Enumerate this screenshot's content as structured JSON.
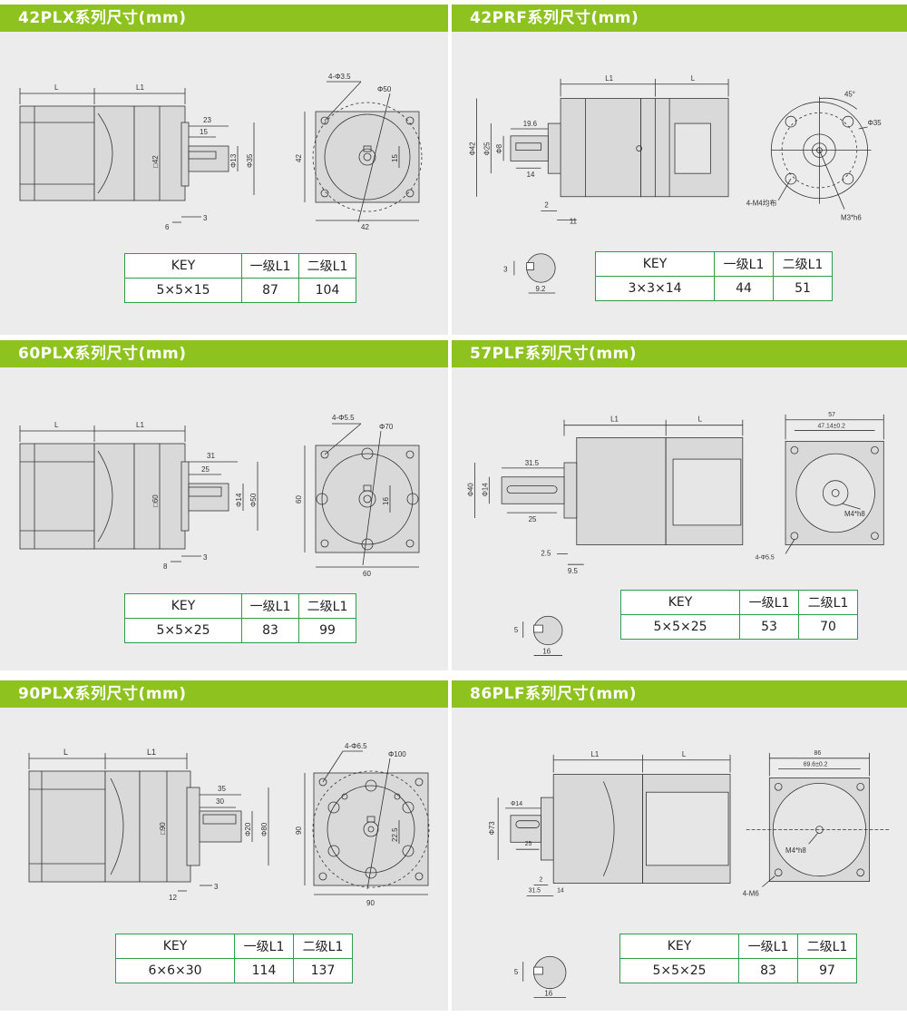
{
  "colors": {
    "header_bg": "#8dc21f",
    "table_border": "#2e9d4c",
    "panel_bg": "#ececec"
  },
  "panels": [
    {
      "title": "42PLX系列尺寸(mm)",
      "table": {
        "headers": [
          "KEY",
          "一级L1",
          "二级L1"
        ],
        "values": [
          "5×5×15",
          "87",
          "104"
        ]
      },
      "dims": {
        "L": "L",
        "L1": "L1",
        "d1": "23",
        "d2": "15",
        "sq": "□42",
        "phi_a": "Φ13",
        "phi_b": "Φ35",
        "d3": "6",
        "d4": "3",
        "holes": "4-Φ3.5",
        "phi_c": "Φ50",
        "w": "42",
        "h": "42",
        "key_h": "15"
      }
    },
    {
      "title": "42PRF系列尺寸(mm)",
      "table": {
        "headers": [
          "KEY",
          "一级L1",
          "二级L1"
        ],
        "values": [
          "3×3×14",
          "44",
          "51"
        ]
      },
      "dims": {
        "L1": "L1",
        "L": "L",
        "d1": "19.6",
        "d2": "14",
        "phi_a": "Φ42",
        "phi_b": "Φ25",
        "phi_c": "Φ8",
        "d3": "2",
        "d4": "11",
        "ang": "45°",
        "phi_d": "Φ35",
        "holes": "4-M4均布",
        "thread": "M3*h6",
        "key_w": "3",
        "key_d": "9.2"
      }
    },
    {
      "title": "60PLX系列尺寸(mm)",
      "table": {
        "headers": [
          "KEY",
          "一级L1",
          "二级L1"
        ],
        "values": [
          "5×5×25",
          "83",
          "99"
        ]
      },
      "dims": {
        "L": "L",
        "L1": "L1",
        "d1": "31",
        "d2": "25",
        "sq": "□60",
        "phi_a": "Φ14",
        "phi_b": "Φ50",
        "d3": "8",
        "d4": "3",
        "holes": "4-Φ5.5",
        "phi_c": "Φ70",
        "w": "60",
        "h": "60",
        "key_h": "16"
      }
    },
    {
      "title": "57PLF系列尺寸(mm)",
      "table": {
        "headers": [
          "KEY",
          "一级L1",
          "二级L1"
        ],
        "values": [
          "5×5×25",
          "53",
          "70"
        ]
      },
      "dims": {
        "L1": "L1",
        "L": "L",
        "d1": "31.5",
        "d2": "25",
        "phi_a": "Φ40",
        "phi_b": "Φ14",
        "d3": "2.5",
        "d4": "9.5",
        "w1": "57",
        "w2": "47.14±0.2",
        "thread": "M4*h8",
        "holes": "4-Φ5.5",
        "key_w": "5",
        "key_d": "16"
      }
    },
    {
      "title": "90PLX系列尺寸(mm)",
      "table": {
        "headers": [
          "KEY",
          "一级L1",
          "二级L1"
        ],
        "values": [
          "6×6×30",
          "114",
          "137"
        ]
      },
      "dims": {
        "L": "L",
        "L1": "L1",
        "d1": "35",
        "d2": "30",
        "sq": "□90",
        "phi_a": "Φ20",
        "phi_b": "Φ80",
        "d3": "12",
        "d4": "3",
        "holes": "4-Φ6.5",
        "phi_c": "Φ100",
        "w": "90",
        "h": "90",
        "key_h": "22.5"
      }
    },
    {
      "title": "86PLF系列尺寸(mm)",
      "table": {
        "headers": [
          "KEY",
          "一级L1",
          "二级L1"
        ],
        "values": [
          "5×5×25",
          "83",
          "97"
        ]
      },
      "dims": {
        "L1": "L1",
        "L": "L",
        "phi_b": "Φ14",
        "d2": "25",
        "phi_a": "Φ73",
        "d3": "2",
        "d1": "31.5",
        "d4": "14",
        "w1": "86",
        "w2": "69.6±0.2",
        "thread": "M4*h8",
        "holes": "4-M6",
        "key_w": "5",
        "key_d": "16"
      }
    }
  ]
}
